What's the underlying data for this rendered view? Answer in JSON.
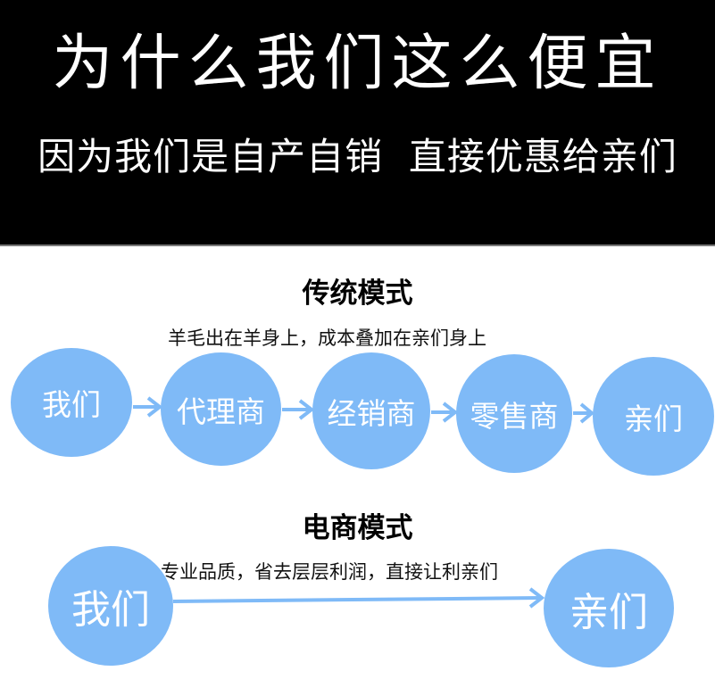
{
  "banner": {
    "title": "为什么我们这么便宜",
    "subtitle": "因为我们是自产自销  直接优惠给亲们"
  },
  "traditional": {
    "title": "传统模式",
    "note": "羊毛出在羊身上，成本叠加在亲们身上",
    "nodes": [
      {
        "label": "我们"
      },
      {
        "label": "代理商"
      },
      {
        "label": "经销商"
      },
      {
        "label": "零售商"
      },
      {
        "label": "亲们"
      }
    ]
  },
  "ecommerce": {
    "title": "电商模式",
    "note": "专业品质，省去层层利润，直接让利亲们",
    "nodes": [
      {
        "label": "我们"
      },
      {
        "label": "亲们"
      }
    ]
  },
  "colors": {
    "banner_bg": "#000000",
    "node_fill": "#7fbaf7",
    "arrow": "#7fbaf7",
    "text_dark": "#000000",
    "text_light": "#ffffff"
  }
}
